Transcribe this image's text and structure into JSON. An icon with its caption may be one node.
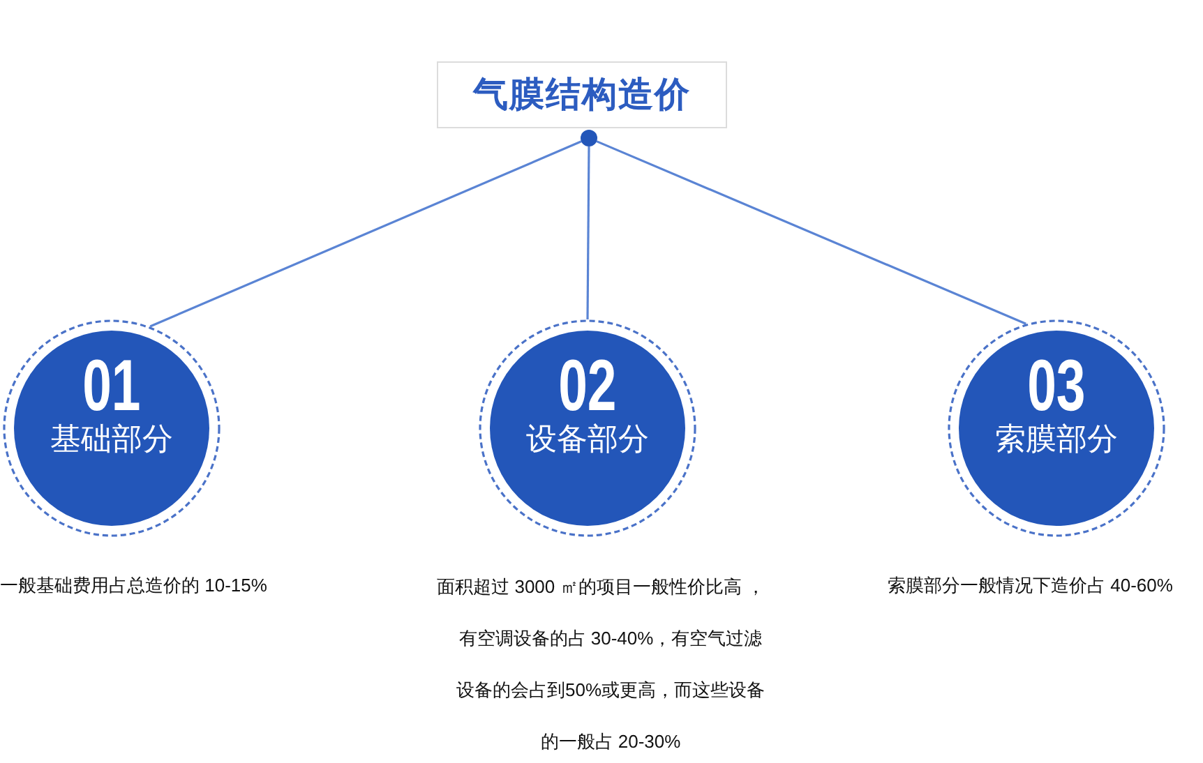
{
  "diagram": {
    "nodes": [
      {
        "text": [
          "气膜结构造价"
        ]
      },
      {
        "text": [],
        "shape": "circle"
      },
      {
        "text": [
          "01",
          "基础部分"
        ],
        "beside": [
          "一般基础费用占总造价的 10-15%"
        ]
      },
      {
        "text": [
          "02",
          "设备部分"
        ],
        "beside": [
          "面积超过 3000 ㎡的项目一般性价比高 ，有空调设备的占 30-40%，有空气过滤设备的会占到50%或更高，而这些设备的一般占 20-30%"
        ]
      },
      {
        "text": [
          "03",
          "索膜部分"
        ],
        "beside": [
          "索膜部分一般情况下造价占 40-60%"
        ]
      }
    ],
    "edges": [
      {
        "from": 1,
        "to": 2,
        "arrow": "none"
      },
      {
        "from": 1,
        "to": 3,
        "arrow": "none"
      },
      {
        "from": 1,
        "to": 4,
        "arrow": "none"
      }
    ]
  }
}
